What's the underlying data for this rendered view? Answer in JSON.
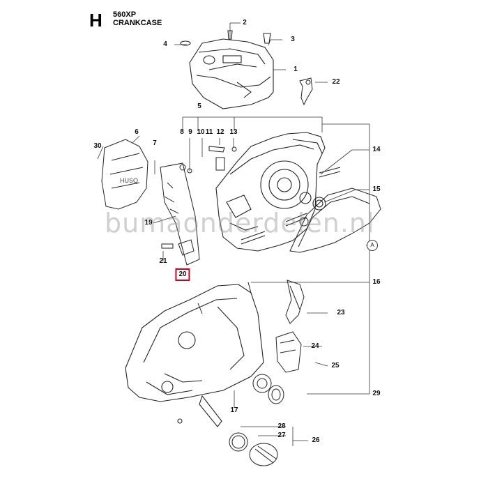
{
  "header": {
    "letter": "H",
    "model": "560XP",
    "section": "CRANKCASE"
  },
  "watermark": "bumaonderdelen.nl",
  "highlight_color": "#d0021b",
  "selected_part": "20",
  "callouts": [
    "1",
    "2",
    "3",
    "4",
    "5",
    "6",
    "7",
    "8",
    "9",
    "10",
    "11",
    "12",
    "13",
    "14",
    "15",
    "16",
    "17",
    "19",
    "20",
    "21",
    "22",
    "23",
    "24",
    "25",
    "26",
    "27",
    "28",
    "29",
    "30"
  ],
  "marker": "A"
}
